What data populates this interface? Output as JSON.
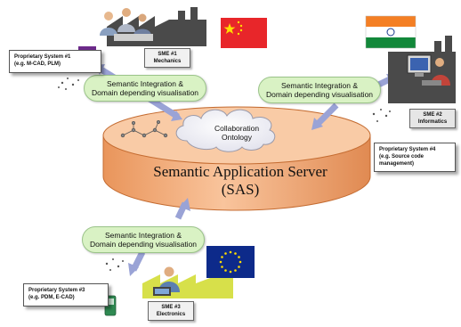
{
  "server": {
    "title": "Semantic Application Server (SAS)",
    "cloud_line1": "Collaboration",
    "cloud_line2": "Ontology"
  },
  "bubbles": {
    "top_left": {
      "line1": "Semantic Integration &",
      "line2": "Domain depending visualisation"
    },
    "top_right": {
      "line1": "Semantic Integration &",
      "line2": "Domain depending visualisation"
    },
    "bottom": {
      "line1": "Semantic Integration &",
      "line2": "Domain depending visualisation"
    }
  },
  "proprietary": {
    "ps1": {
      "line1": "Proprietary System #1",
      "line2": "(e.g. M-CAD, PLM)"
    },
    "ps3": {
      "line1": "Proprietary System #3",
      "line2": "(e.g. PDM, E-CAD)"
    },
    "ps4": {
      "line1": "Proprietary System #4",
      "line2": "(e.g. Source code",
      "line3": "management)"
    }
  },
  "sme": {
    "sme1": {
      "line1": "SME #1",
      "line2": "Mechanics"
    },
    "sme2": {
      "line1": "SME #2",
      "line2": "Informatics"
    },
    "sme3": {
      "line1": "SME #3",
      "line2": "Electronics"
    }
  },
  "flags": {
    "china": {
      "country": "China",
      "colors": {
        "field": "#e8262a",
        "star": "#ffde00"
      }
    },
    "india": {
      "country": "India",
      "colors": {
        "top": "#f47f24",
        "middle": "#ffffff",
        "bottom": "#12883a",
        "wheel": "#1b3a8c"
      }
    },
    "eu": {
      "country": "European Union",
      "colors": {
        "field": "#0d2a8a",
        "star": "#ffdd00"
      }
    }
  },
  "colors": {
    "server_fill": "#f6b88a",
    "server_top": "#f9cba6",
    "arrow": "#9aa3d6",
    "bubble_fill": "#d9f2c4"
  }
}
